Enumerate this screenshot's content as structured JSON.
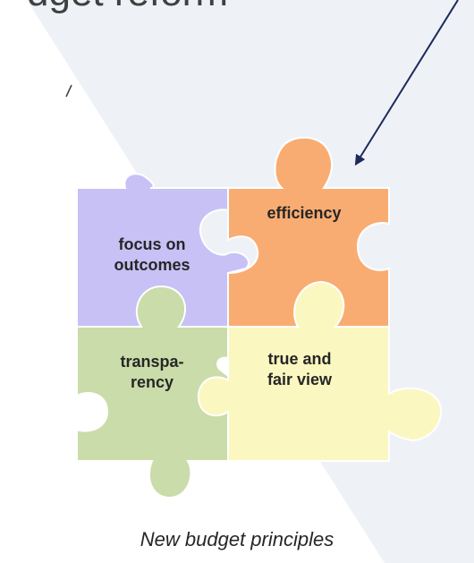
{
  "slide": {
    "title_fragment": "dget reform",
    "caption": "New budget principles"
  },
  "puzzle": {
    "pieces": [
      {
        "id": "efficiency",
        "label": "efficiency",
        "color": "#F9AC72"
      },
      {
        "id": "focus",
        "label": "focus on\noutcomes",
        "color": "#C7C1F5"
      },
      {
        "id": "transparency",
        "label": "transpa-\nrency",
        "color": "#CADCAA"
      },
      {
        "id": "true-fair",
        "label": "true and\nfair view",
        "color": "#FBF7C0"
      }
    ]
  },
  "colors": {
    "background_wedge": "#EEF2F7",
    "arrow": "#1F2A5C",
    "title": "#404040",
    "outline": "#FFFFFF"
  }
}
